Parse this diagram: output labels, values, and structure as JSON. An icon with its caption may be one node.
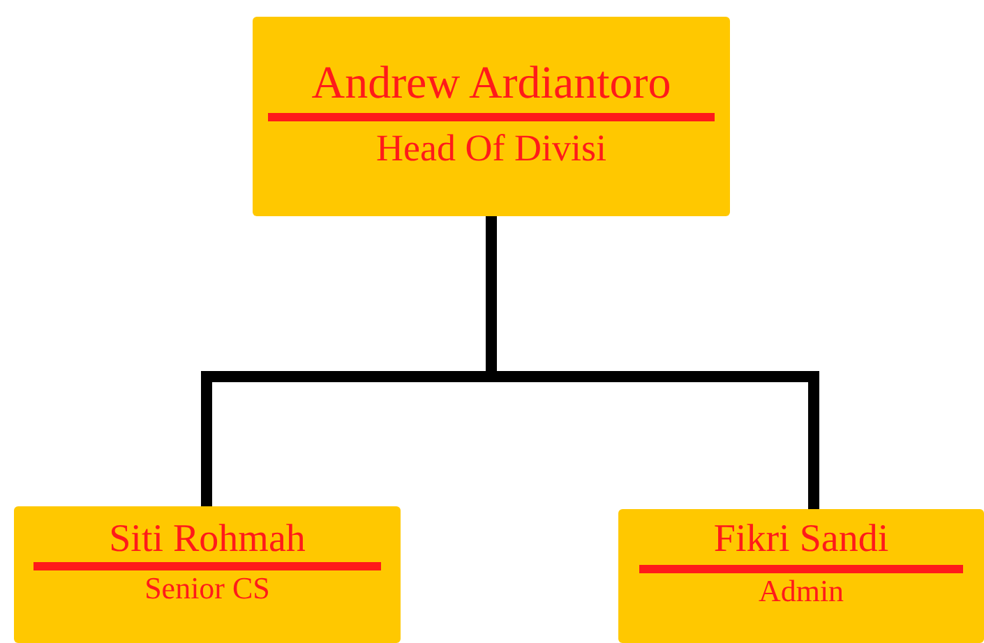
{
  "diagram": {
    "nodes": [
      {
        "text": [
          "Andrew Ardiantoro",
          "Head Of Divisi"
        ]
      },
      {
        "text": [
          "Siti Rohmah",
          "Senior CS"
        ]
      },
      {
        "text": [
          "Fikri Sandi",
          "Admin"
        ]
      }
    ],
    "edges": [
      {
        "from": 0,
        "to": 1,
        "arrow": "none"
      },
      {
        "from": 0,
        "to": 2,
        "arrow": "none"
      }
    ]
  }
}
